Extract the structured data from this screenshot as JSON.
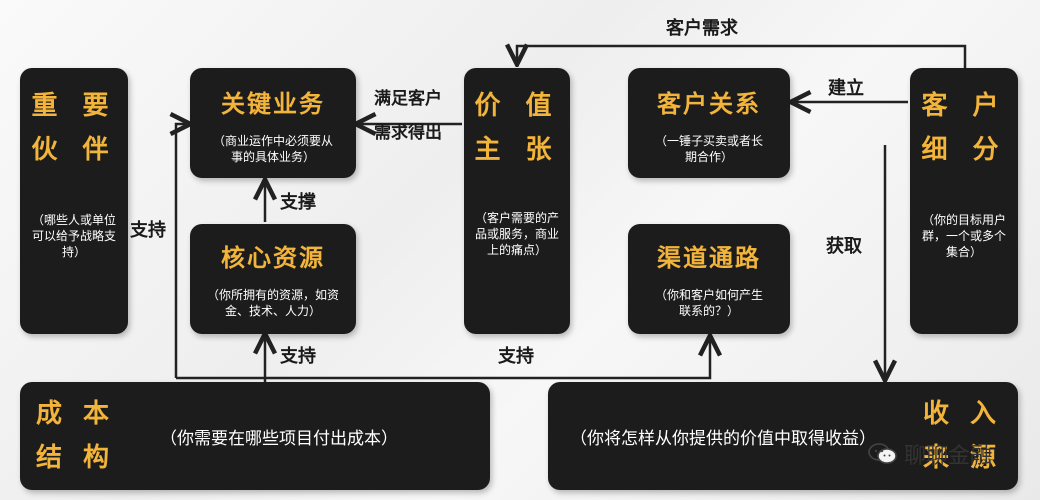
{
  "top_label": "客户需求",
  "boxes": {
    "partners": {
      "title_line1": "重 要",
      "title_line2": "伙 伴",
      "desc": "（哪些人或单位可以给予战略支持）"
    },
    "activities": {
      "title": "关键业务",
      "desc": "（商业运作中必须要从事的具体业务）"
    },
    "resources": {
      "title": "核心资源",
      "desc": "（你所拥有的资源，如资金、技术、人力）"
    },
    "value": {
      "title_line1": "价 值",
      "title_line2": "主 张",
      "desc": "（客户需要的产品或服务，商业上的痛点）"
    },
    "relationships": {
      "title": "客户关系",
      "desc": "（一锤子买卖或者长期合作）"
    },
    "channels": {
      "title": "渠道通路",
      "desc": "（你和客户如何产生联系的？）"
    },
    "segments": {
      "title_line1": "客 户",
      "title_line2": "细 分",
      "desc": "（你的目标用户群，一个或多个集合）"
    },
    "cost": {
      "title_line1": "成 本",
      "title_line2": "结 构",
      "desc": "（你需要在哪些项目付出成本）"
    },
    "revenue": {
      "title_line1": "收 入",
      "title_line2": "来 源",
      "desc": "（你将怎样从你提供的价值中取得收益）"
    }
  },
  "labels": {
    "support_left": "支持",
    "satisfy_1": "满足客户",
    "satisfy_2": "需求得出",
    "build": "建立",
    "support_middle": "支撑",
    "obtain": "获取",
    "support_bottom_left": "支持",
    "support_bottom_center": "支持"
  },
  "watermark": {
    "text": "聊聊金融",
    "icon": "wechat-icon"
  },
  "colors": {
    "title": "#f2b43a",
    "box": "#1c1c1c",
    "arrow": "#222222"
  }
}
